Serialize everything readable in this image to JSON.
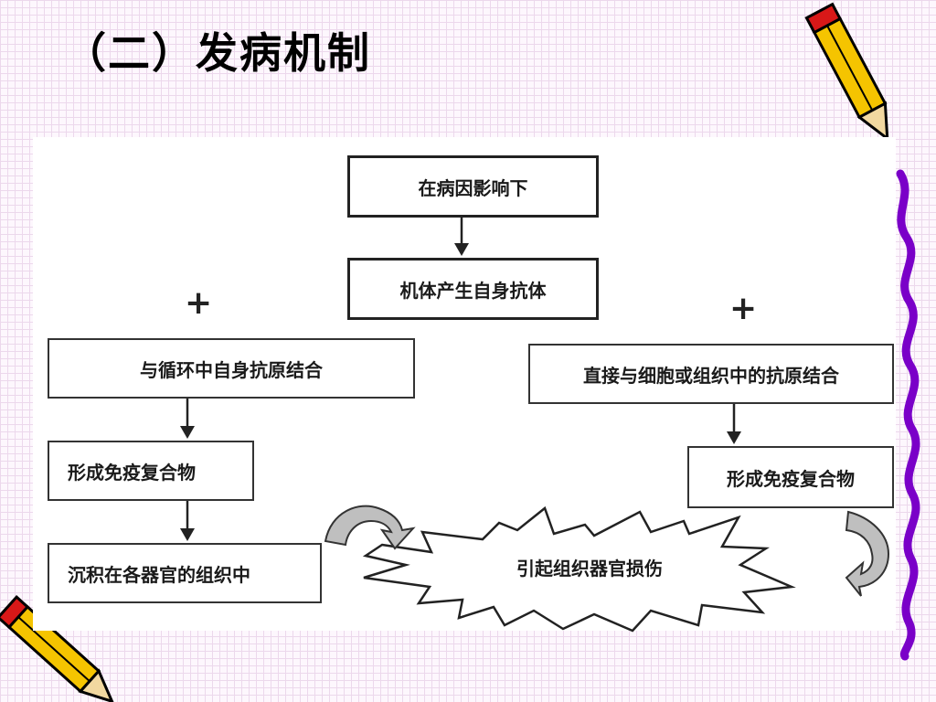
{
  "slide": {
    "title": "（二）发病机制"
  },
  "diagram": {
    "top_box": "在病因影响下",
    "second_box": "机体产生自身抗体",
    "left_sign": "+",
    "right_sign": "+",
    "left_branch": {
      "step1": "与循环中自身抗原结合",
      "step2": "形成免疫复合物",
      "step3": "沉积在各器官的组织中"
    },
    "right_branch": {
      "step1": "直接与细胞或组织中的抗原结合",
      "step2": "形成免疫复合物"
    },
    "outcome": "引起组织器官损伤"
  },
  "decorations": {
    "pencil_color": "#f5c400",
    "pencil_tip_color": "#d81818",
    "squiggle_color": "#7a00c8"
  }
}
